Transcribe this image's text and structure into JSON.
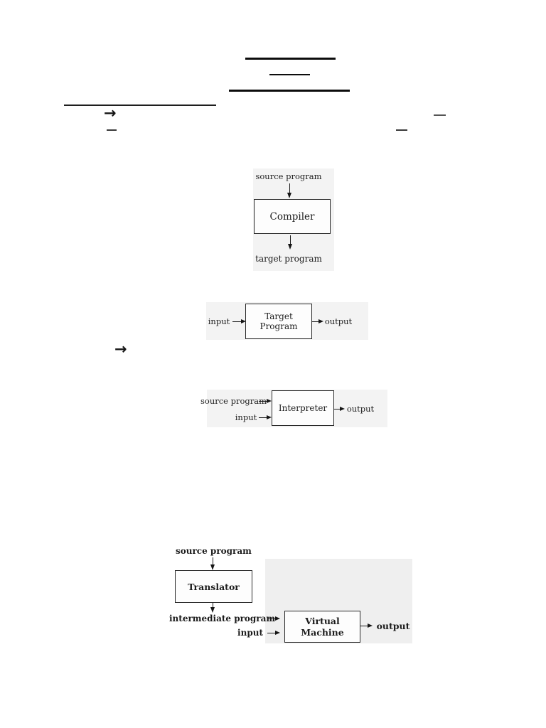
{
  "icons": {
    "arrow_right": "→"
  },
  "colors": {
    "ink": "#1c1c1c",
    "rule_black": "#0c0c0c",
    "scan_tint": "#f3f3f3"
  },
  "compiler_diagram": {
    "top_label": "source program",
    "box_label": "Compiler",
    "bottom_label": "target program"
  },
  "target_program_diagram": {
    "left_label": "input",
    "box_label": "Target Program",
    "right_label": "output"
  },
  "interpreter_diagram": {
    "input_label_1": "source program",
    "input_label_2": "input",
    "box_label": "Interpreter",
    "right_label": "output"
  },
  "translator_diagram": {
    "top_label": "source program",
    "translator_box_label": "Translator",
    "intermediate_label": "intermediate program",
    "input_label": "input",
    "vm_line1": "Virtual",
    "vm_line2": "Machine",
    "output_label": "output"
  }
}
